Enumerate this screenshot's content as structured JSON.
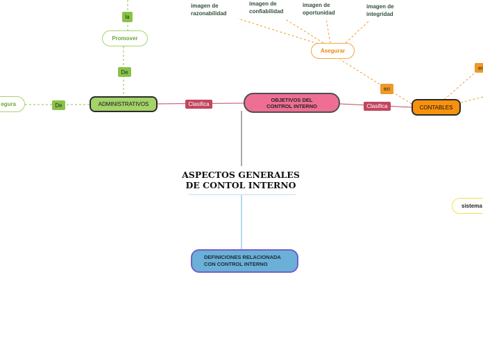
{
  "title": {
    "line1": "ASPECTOS GENERALES",
    "line2": "DE CONTOL INTERNO"
  },
  "nodes": {
    "objetivos": "OBJETIVOS DEL CONTROL INTERNO",
    "administrativos": "ADMINISTRATIVOS",
    "contables": "CONTABLES",
    "asegurar": "Asegurar",
    "promover": "Promover",
    "asegura_left": "egura",
    "definiciones_line1": "DEFINICIONES RELACIONADA",
    "definiciones_line2": "CON CONTROL INTERNO",
    "sistema": "sistema"
  },
  "tags": {
    "clasifica_left": "Clasifica",
    "clasifica_right": "Clasifica",
    "de_vertical": "De",
    "de_left": "De",
    "la": "la",
    "en_asegurar": "en",
    "en_right": "en"
  },
  "notes": {
    "razonabilidad": [
      "imagen de",
      "razonabilidad"
    ],
    "confiabilidad": [
      "imagen de",
      "confiabilidad"
    ],
    "oportunidad": [
      "imagen de",
      "oportunidad"
    ],
    "integridad": [
      "imagen de",
      "integridad"
    ]
  },
  "colors": {
    "administrativos": "#a4d36a",
    "objetivos": "#ee6f93",
    "contables": "#f7920e",
    "definiciones": "#6bb0d6",
    "green_dash": "#8ac247",
    "orange_dash": "#ee9a2a"
  }
}
